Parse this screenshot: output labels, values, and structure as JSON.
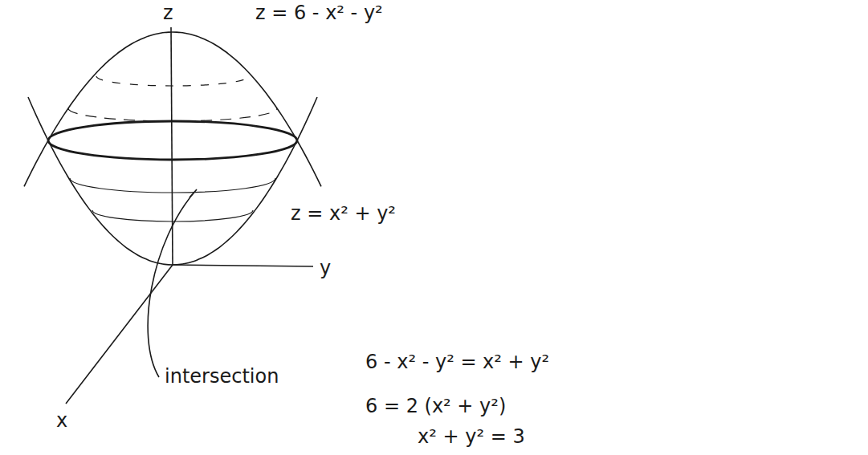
{
  "diagram": {
    "labels": [
      "z",
      "z = 6 - x² - y²",
      "z = x² + y²",
      "y",
      "intersection",
      "x",
      "6 - x² - y² = x² + y²",
      "6 = 2 (x² + y²)",
      "x² + y² = 3"
    ]
  }
}
